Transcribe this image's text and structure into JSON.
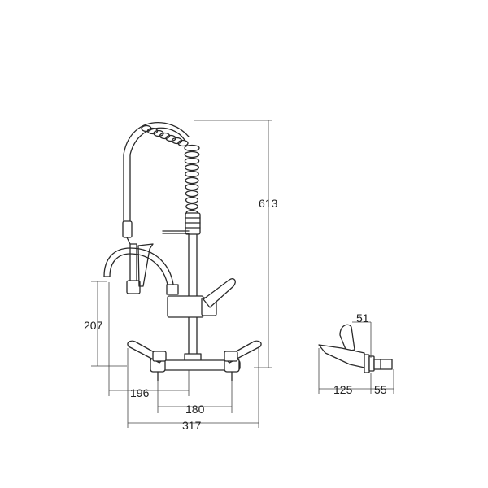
{
  "dimensions": {
    "height_total": "613",
    "spout_height": "207",
    "spout_reach": "196",
    "centers": "180",
    "overall_width": "317",
    "side_top": "51",
    "side_depth": "125",
    "side_tail": "55"
  },
  "colors": {
    "line": "#2a2a2a",
    "background": "#ffffff"
  }
}
